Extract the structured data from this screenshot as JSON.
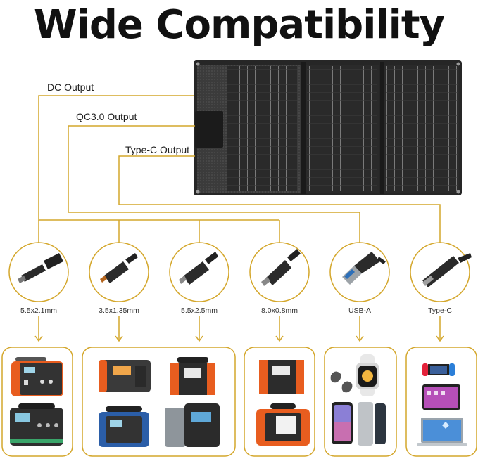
{
  "title": "Wide Compatibility",
  "outputs": {
    "dc": "DC Output",
    "qc": "QC3.0 Output",
    "typec": "Type-C Output"
  },
  "connectors": [
    {
      "label": "5.5x2.1mm"
    },
    {
      "label": "3.5x1.35mm"
    },
    {
      "label": "5.5x2.5mm"
    },
    {
      "label": "8.0x0.8mm"
    },
    {
      "label": "USB-A"
    },
    {
      "label": "Type-C"
    }
  ],
  "colors": {
    "line": "#d4a72c",
    "panel": "#2b2b2b",
    "orange": "#e85d1f"
  },
  "icons": [
    "dc-barrel-plug-icon",
    "usb-a-plug-icon",
    "usb-c-plug-icon",
    "power-station-icon",
    "earbuds-icon",
    "smartwatch-icon",
    "smartphone-icon",
    "power-bank-icon",
    "handheld-console-icon",
    "tablet-icon",
    "laptop-icon"
  ]
}
